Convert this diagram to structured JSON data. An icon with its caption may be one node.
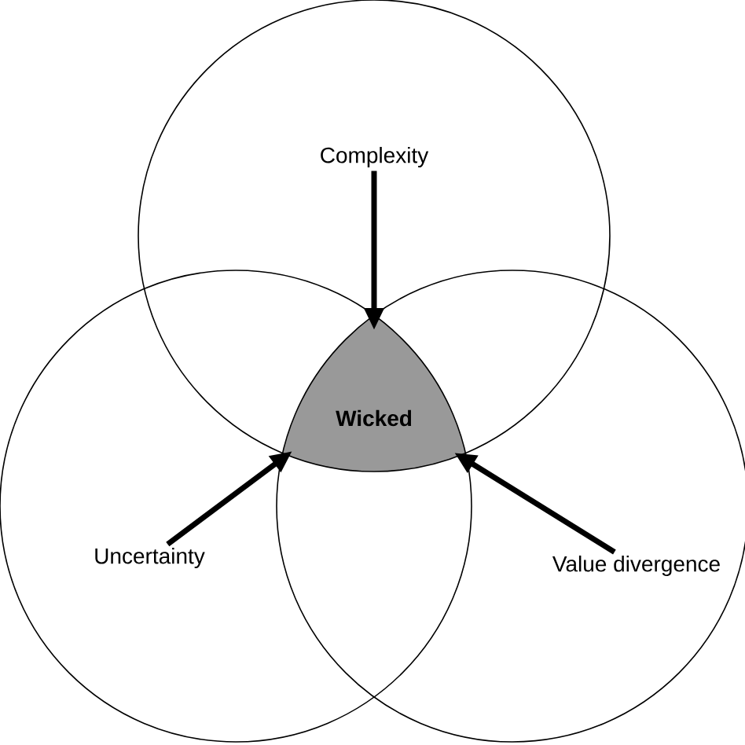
{
  "diagram": {
    "nodes": [
      {
        "text": [],
        "shape": "circle"
      },
      {
        "text": [
          "Complexity"
        ],
        "in": 0
      },
      {
        "text": [],
        "shape": "circle"
      },
      {
        "text": [
          "Uncertainty"
        ],
        "in": 2
      },
      {
        "text": [],
        "shape": "circle"
      },
      {
        "text": [
          "Value divergence"
        ],
        "in": 4
      },
      {
        "text": [
          "Wicked"
        ]
      }
    ],
    "edges": [
      {
        "from": 1,
        "to": 6,
        "arrow": "to"
      },
      {
        "from": 3,
        "to": 6,
        "arrow": "to"
      },
      {
        "from": 5,
        "to": 6,
        "arrow": "to"
      }
    ]
  }
}
